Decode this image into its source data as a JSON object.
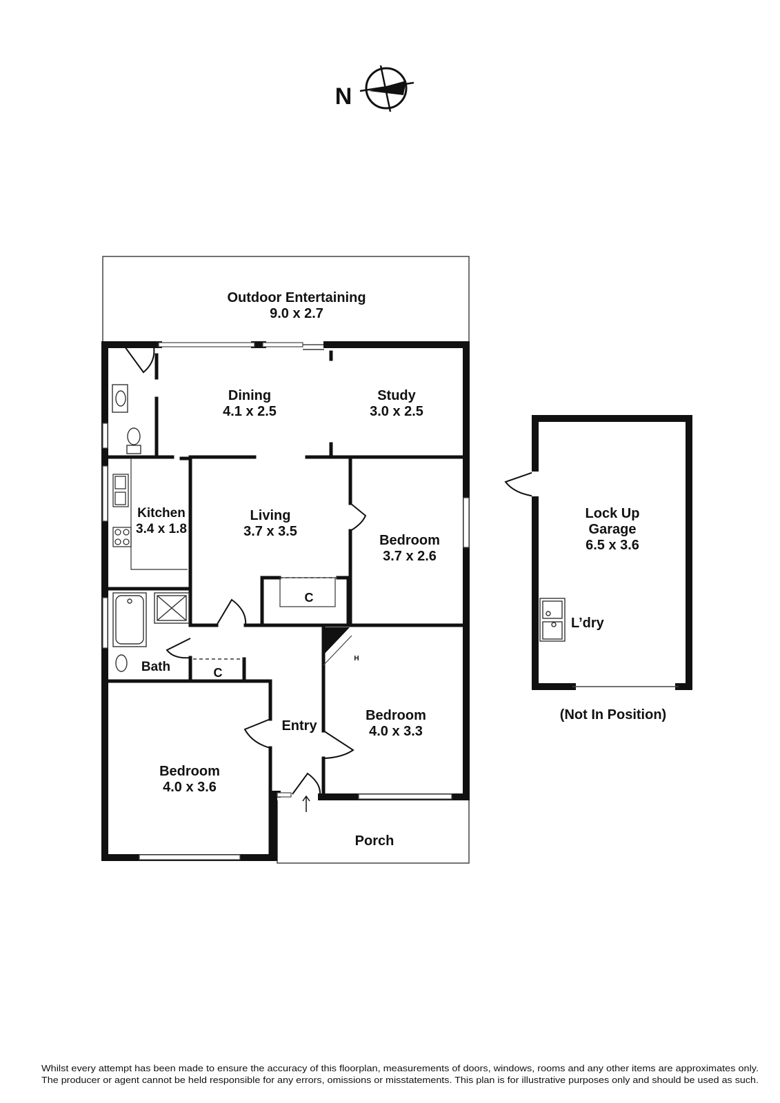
{
  "compass": {
    "north_label": "N"
  },
  "rooms": {
    "outdoor": {
      "name": "Outdoor Entertaining",
      "dims": "9.0 x 2.7"
    },
    "dining": {
      "name": "Dining",
      "dims": "4.1 x 2.5"
    },
    "study": {
      "name": "Study",
      "dims": "3.0 x 2.5"
    },
    "kitchen": {
      "name": "Kitchen",
      "dims": "3.4 x 1.8"
    },
    "living": {
      "name": "Living",
      "dims": "3.7 x 3.5"
    },
    "bedroom_east": {
      "name": "Bedroom",
      "dims": "3.7 x 2.6"
    },
    "bedroom_mid": {
      "name": "Bedroom",
      "dims": "4.0 x 3.3"
    },
    "bedroom_west": {
      "name": "Bedroom",
      "dims": "4.0 x 3.6"
    },
    "bath": {
      "name": "Bath"
    },
    "entry": {
      "name": "Entry"
    },
    "porch": {
      "name": "Porch"
    },
    "garage": {
      "line1": "Lock Up",
      "line2": "Garage",
      "dims": "6.5 x 3.6"
    },
    "laundry": {
      "name": "L’dry"
    }
  },
  "cupboard_label": "C",
  "hws_label": "H",
  "garage_note": "(Not In Position)",
  "disclaimer": {
    "line1": "Whilst every attempt has been made to ensure the accuracy of this floorplan, measurements of doors, windows, rooms and any other items are approximates only.",
    "line2": "The producer or agent cannot be held responsible for any errors, omissions or misstatements. This plan is for illustrative purposes only and should be used as such."
  }
}
